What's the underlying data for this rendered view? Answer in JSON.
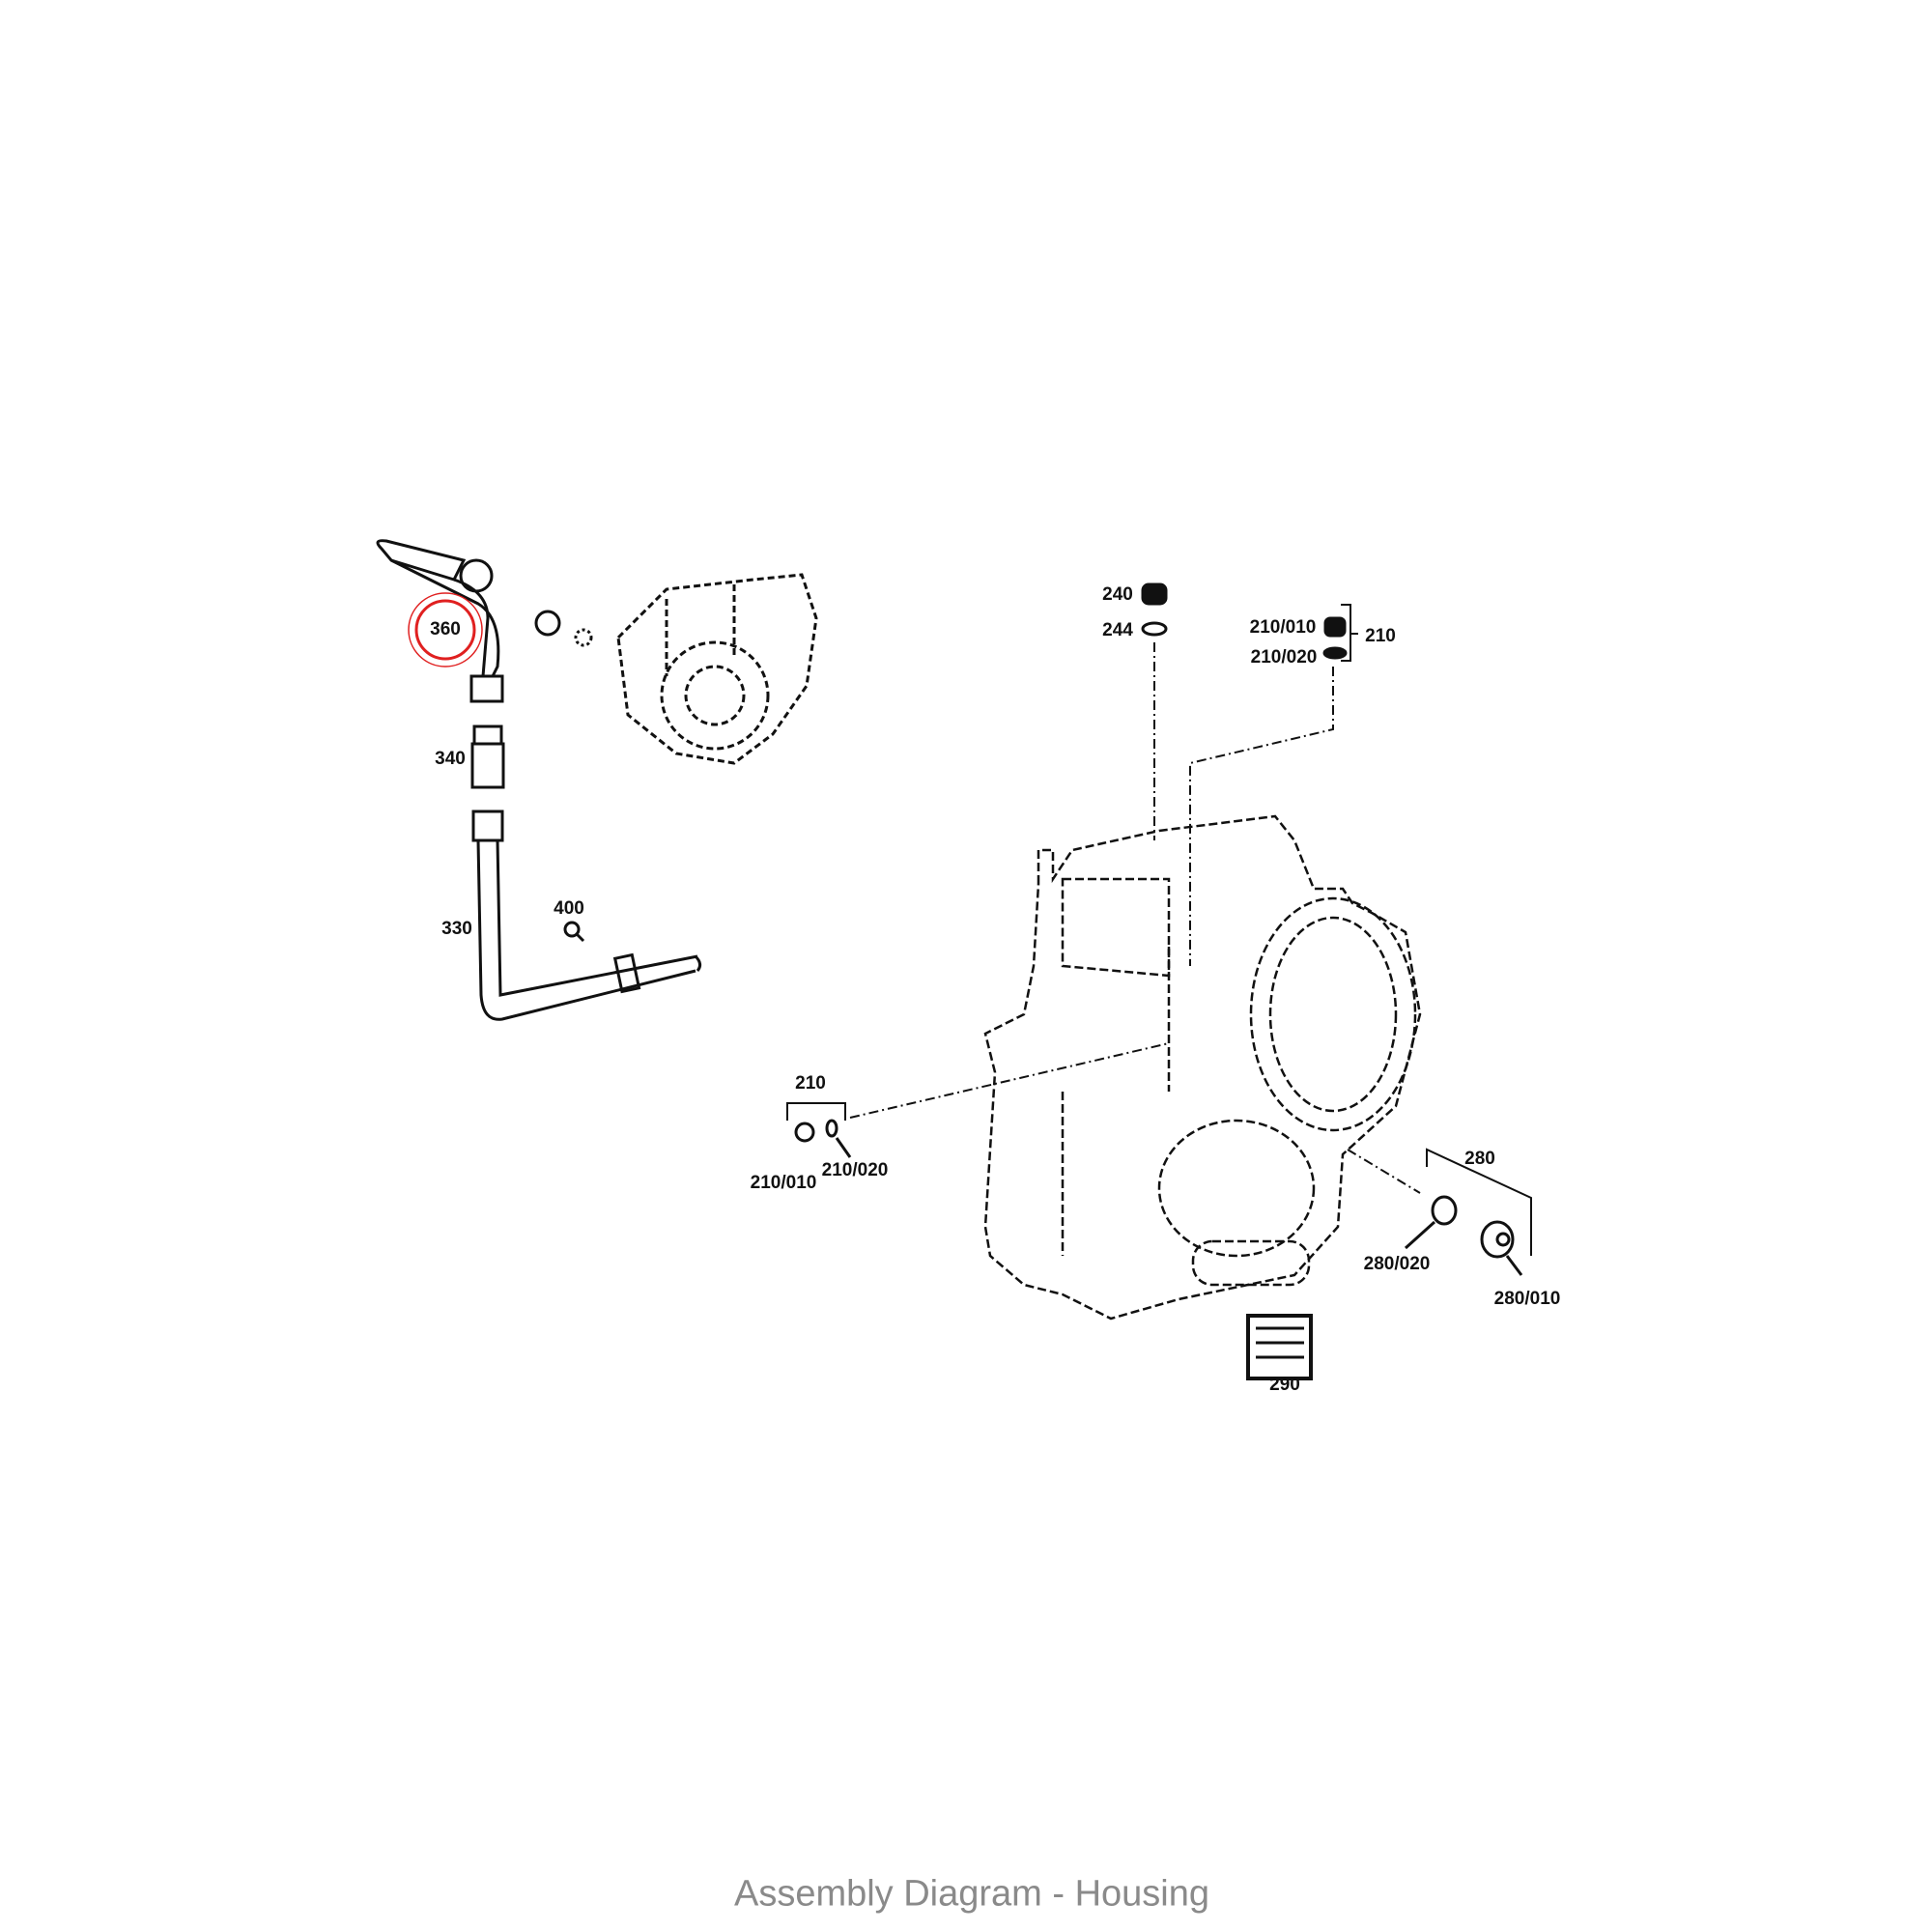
{
  "caption": "Assembly Diagram - Housing",
  "highlight_color": "#e02020",
  "highlighted_part": "360",
  "callouts": {
    "p360": "360",
    "p340": "340",
    "p330": "330",
    "p400": "400",
    "p240": "240",
    "p244": "244",
    "p210_010_top": "210/010",
    "p210_020_top": "210/020",
    "p210_top": "210",
    "p210_left": "210",
    "p210_010_left": "210/010",
    "p210_020_left": "210/020",
    "p280": "280",
    "p280_020": "280/020",
    "p280_010": "280/010",
    "p290": "290"
  }
}
